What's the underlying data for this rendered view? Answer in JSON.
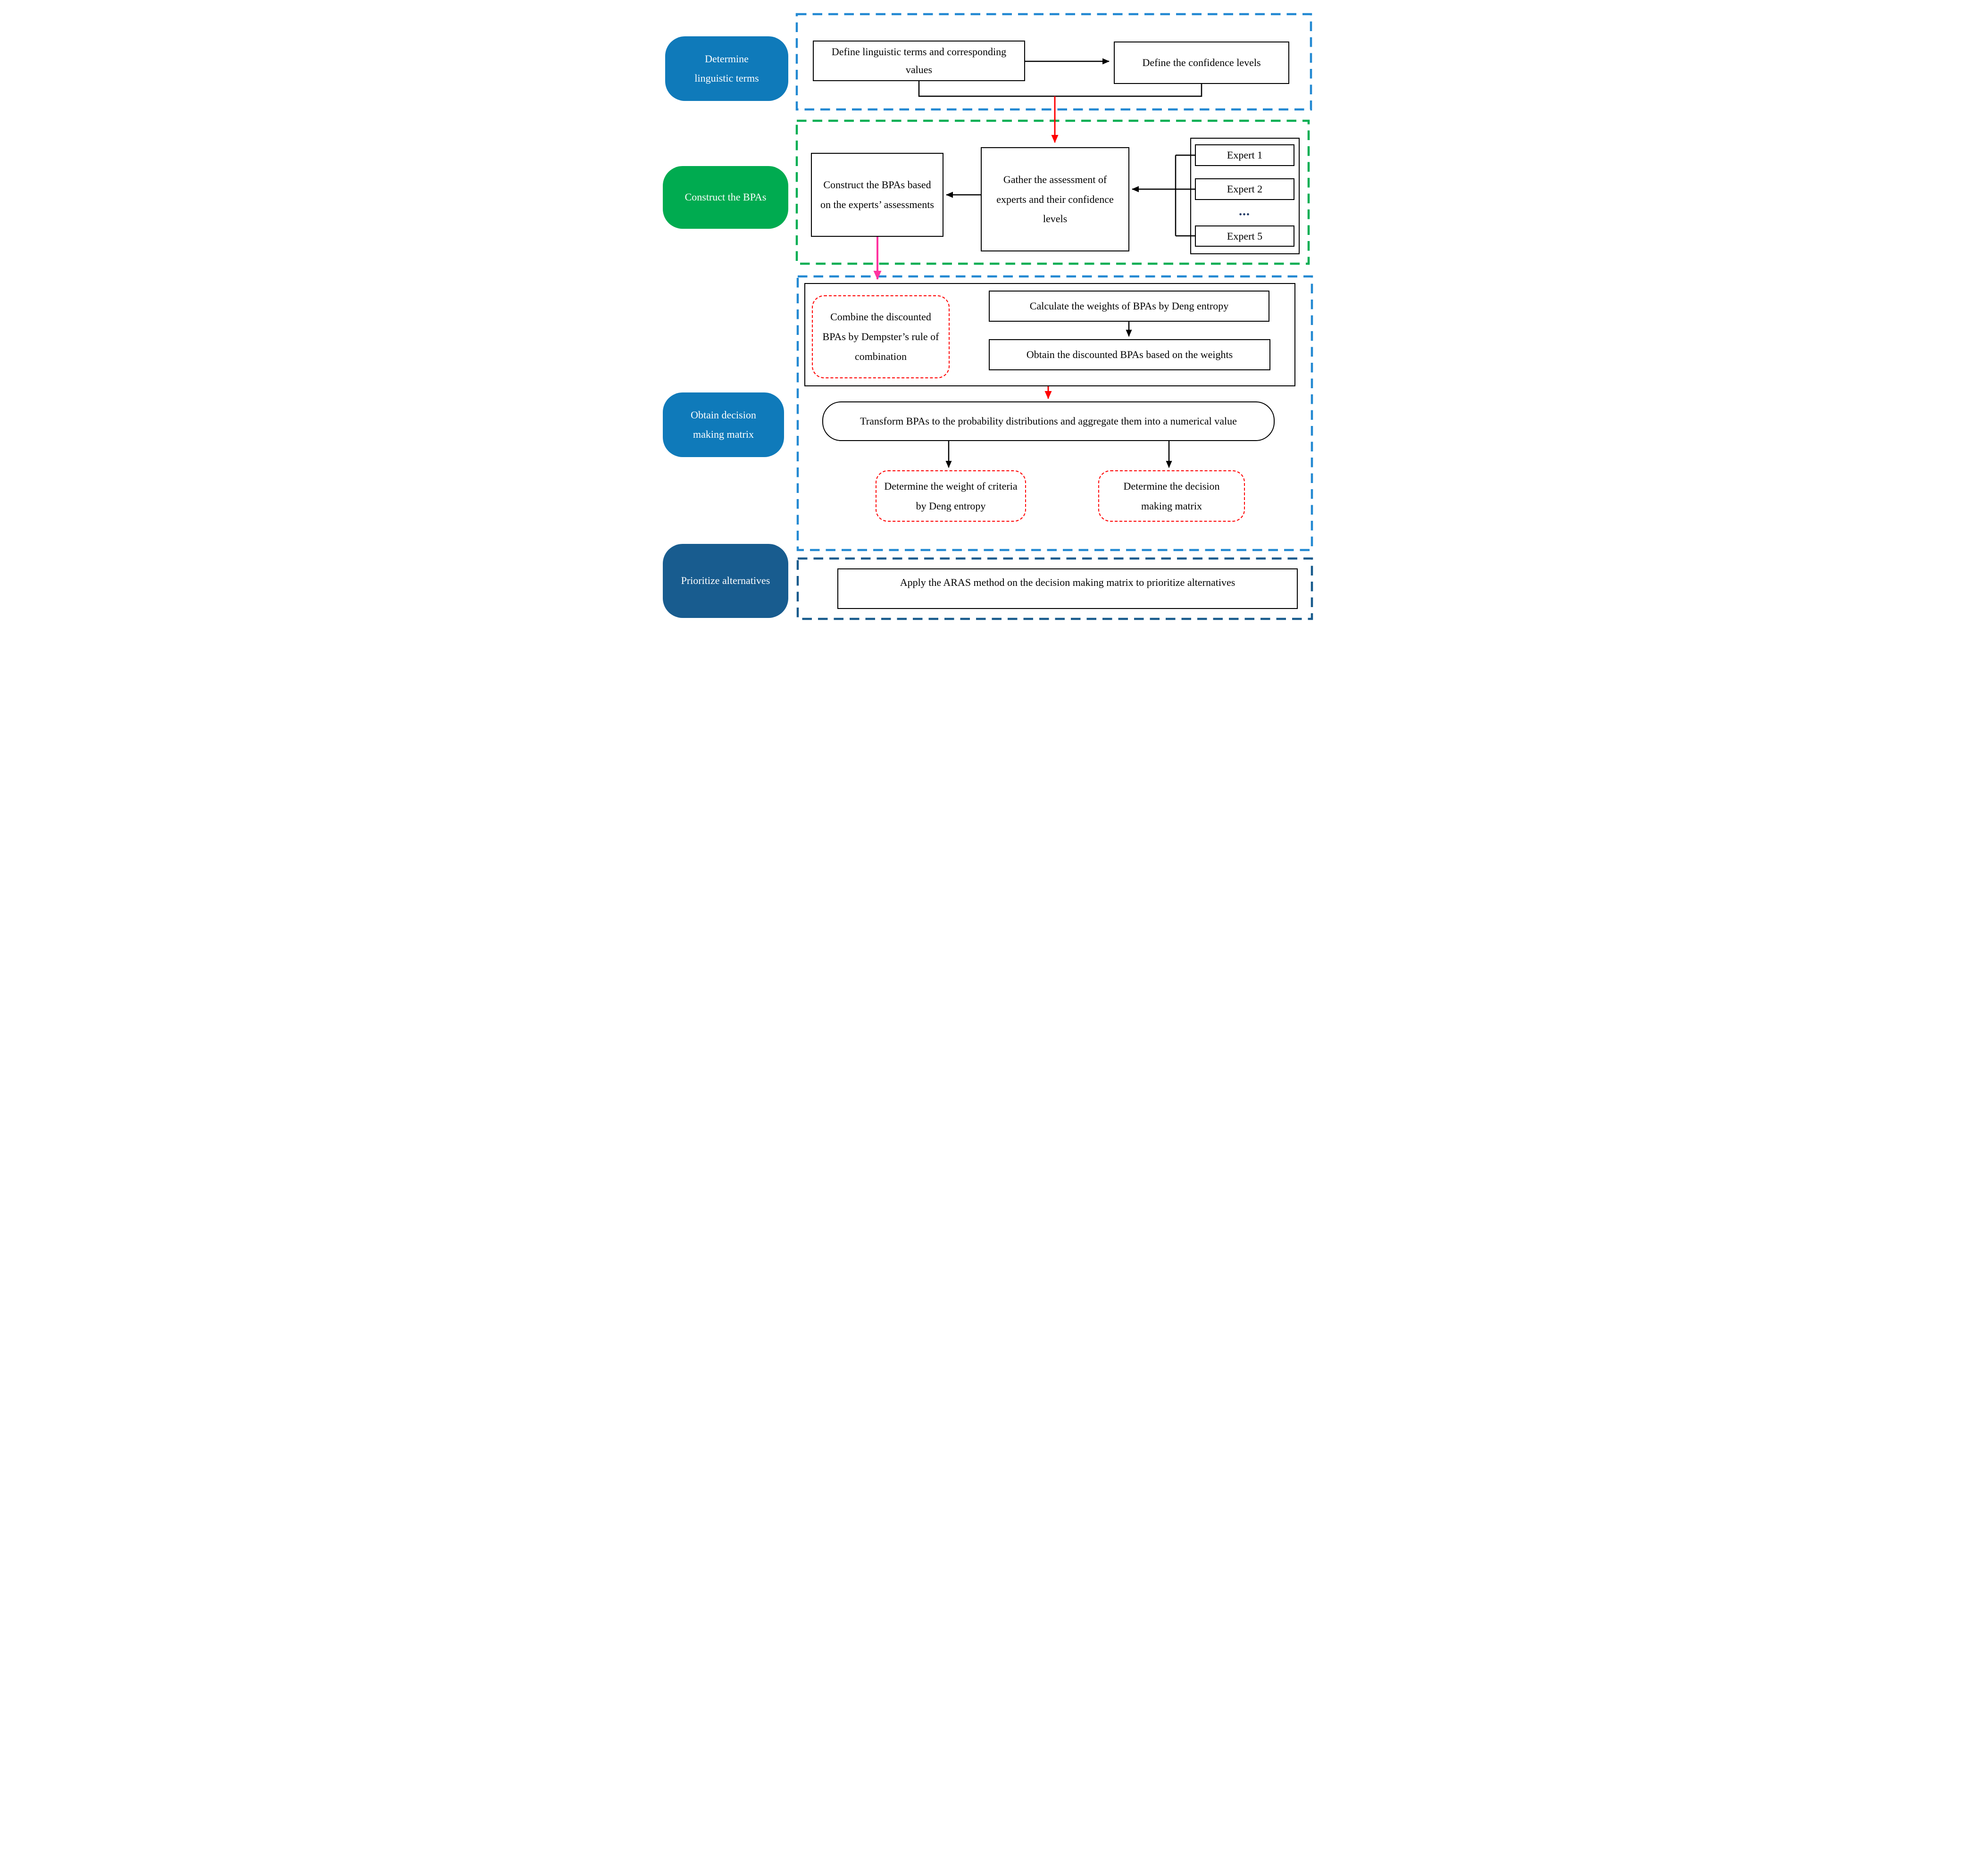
{
  "colors": {
    "container_blue": "#2389D2",
    "container_green": "#00AE52",
    "container_navy": "#175A8C",
    "stage_blue": "#0F7ABA",
    "stage_green": "#00AB50",
    "stage_navy": "#185C8F",
    "red_accent": "#FF0000",
    "pink_accent": "#FF33A0",
    "dots_navy": "#1F3864"
  },
  "stage_labels": {
    "stage1": "Determine\nlinguistic terms",
    "stage2": "Construct the BPAs",
    "stage3": "Obtain decision\nmaking matrix",
    "stage4": "Prioritize alternatives"
  },
  "section1": {
    "define_terms": "Define linguistic terms and corresponding values",
    "define_confidence": "Define the confidence levels"
  },
  "section2": {
    "construct_bpas": "Construct the BPAs based on the experts’ assessments",
    "gather_assessment": "Gather the assessment of experts and their confidence levels",
    "experts": [
      "Expert 1",
      "Expert 2",
      "Expert 5"
    ],
    "ellipsis": "•••"
  },
  "section3": {
    "combine": "Combine the discounted BPAs by Dempster’s rule of combination",
    "calculate": "Calculate the weights of BPAs by Deng entropy",
    "obtain": "Obtain the discounted BPAs based on the weights",
    "transform": "Transform BPAs to the probability distributions and aggregate them into a numerical value",
    "weight_criteria": "Determine the weight of criteria by Deng entropy",
    "decision_matrix": "Determine the decision making matrix"
  },
  "section4": {
    "apply_aras": "Apply the ARAS method on the decision making matrix to prioritize alternatives"
  }
}
